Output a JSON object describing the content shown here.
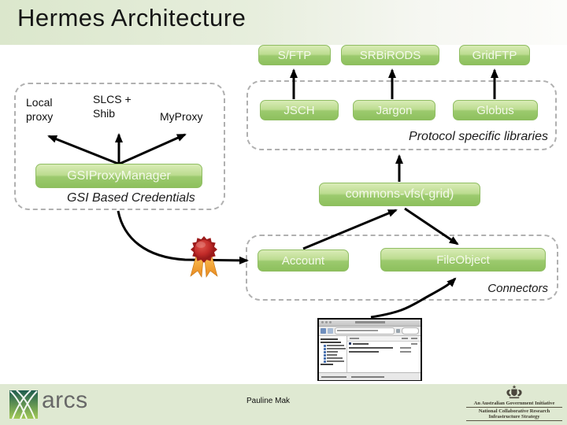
{
  "slide": {
    "title": "Hermes Architecture"
  },
  "protocol_group": {
    "label": "Protocol specific libraries",
    "top_boxes": [
      "S/FTP",
      "SRBiRODS",
      "GridFTP"
    ],
    "lib_boxes": [
      "JSCH",
      "Jargon",
      "Globus"
    ]
  },
  "gsi_group": {
    "label": "GSI Based Credentials",
    "manager_box": "GSIProxyManager",
    "targets": [
      "Local proxy",
      "SLCS + Shib",
      "MyProxy"
    ]
  },
  "commons_box": "commons-vfs(-grid)",
  "connectors_group": {
    "label": "Connectors",
    "boxes": [
      "Account",
      "FileObject"
    ]
  },
  "footer": {
    "logo_text": "arcs",
    "presenter": "Pauline Mak",
    "gov_initiative": "An Australian Government Initiative",
    "gov_program_line1": "National Collaborative Research",
    "gov_program_line2": "Infrastructure Strategy"
  },
  "colors": {
    "box_green_top": "#d9ecb6",
    "box_green_bottom": "#8dc05d",
    "title_band_green": "#dbe7cc",
    "footer_green": "#dfe9d2",
    "ribbon_red": "#b12222",
    "ribbon_gold": "#f2a73d",
    "arrow_black": "#000000"
  }
}
